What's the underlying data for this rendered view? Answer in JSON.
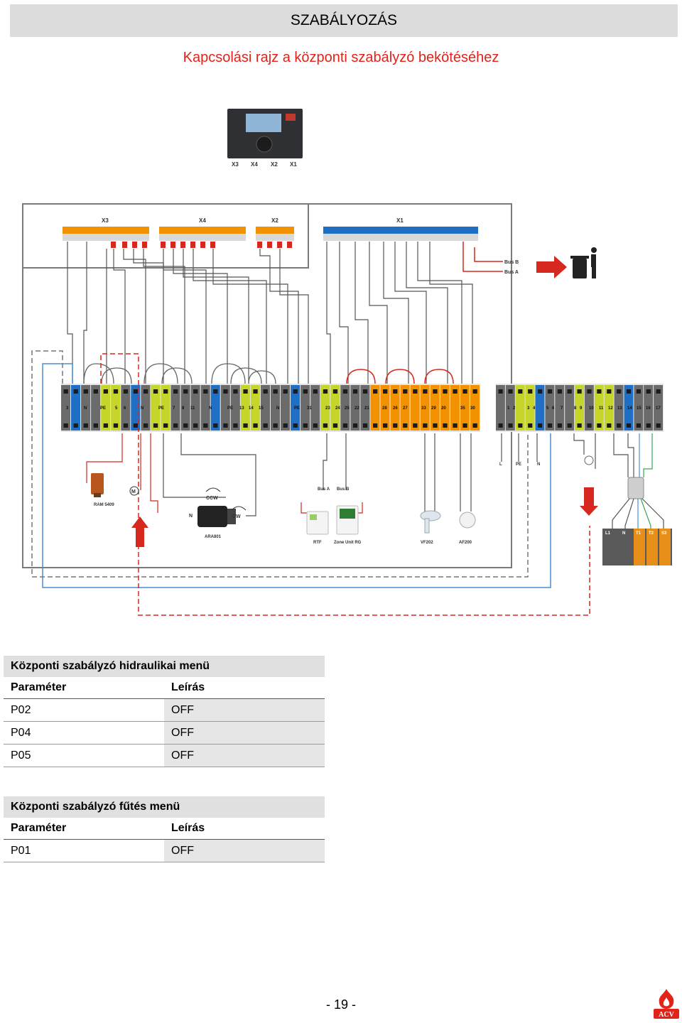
{
  "header": {
    "title": "SZABÁLYOZÁS"
  },
  "subtitle": "Kapcsolási rajz a központi szabályzó bekötéséhez",
  "diagram": {
    "controller_connectors": [
      "X3",
      "X4",
      "X2",
      "X1"
    ],
    "block_connectors": [
      "X3",
      "X4",
      "X2",
      "X1"
    ],
    "bus_labels": [
      "Bus B",
      "Bus A"
    ],
    "terminal_labels": [
      "3",
      "N",
      "PE",
      "5",
      "6",
      "N",
      "PE",
      "7",
      "8",
      "11",
      "N",
      "PE",
      "13",
      "14",
      "15",
      "N",
      "PE",
      "31",
      "23",
      "24",
      "25",
      "22",
      "21",
      "28",
      "26",
      "27",
      "33",
      "29",
      "20",
      "35",
      "30"
    ],
    "right_terminal_labels": [
      "1",
      "2",
      "3",
      "4",
      "5",
      "6",
      "7",
      "8",
      "9",
      "10",
      "11",
      "12",
      "13",
      "14",
      "15",
      "16",
      "17"
    ],
    "power_labels": [
      "L",
      "PE",
      "N"
    ],
    "components": {
      "ram": "RAM 5409",
      "motor": "M",
      "ccw": "CCW",
      "cw": "CW",
      "n_label": "N",
      "ara": "ARA801",
      "bus_a": "Bus A",
      "bus_b": "Bus B",
      "rtf": "RTF",
      "zone_unit": "Zone Unit RG",
      "vf": "VF202",
      "af": "AF200"
    },
    "supply_labels": [
      "L1",
      "N",
      "T1",
      "T2",
      "S3"
    ]
  },
  "tables": [
    {
      "title": "Központi szabályzó hidraulikai menü",
      "col1": "Paraméter",
      "col2": "Leírás",
      "rows": [
        {
          "param": "P02",
          "desc": "OFF"
        },
        {
          "param": "P04",
          "desc": "OFF"
        },
        {
          "param": "P05",
          "desc": "OFF"
        }
      ]
    },
    {
      "title": "Központi szabályzó fűtés menü",
      "col1": "Paraméter",
      "col2": "Leírás",
      "rows": [
        {
          "param": "P01",
          "desc": "OFF"
        }
      ]
    }
  ],
  "page_number": "- 19 -",
  "logo_text": "ACV",
  "colors": {
    "accent_red": "#e2231a",
    "header_bg": "#dcdcdc",
    "terminal_orange": "#f39200",
    "terminal_blue": "#1f6fc5",
    "terminal_green": "#c5d52a",
    "terminal_grey": "#6b6b6b"
  }
}
